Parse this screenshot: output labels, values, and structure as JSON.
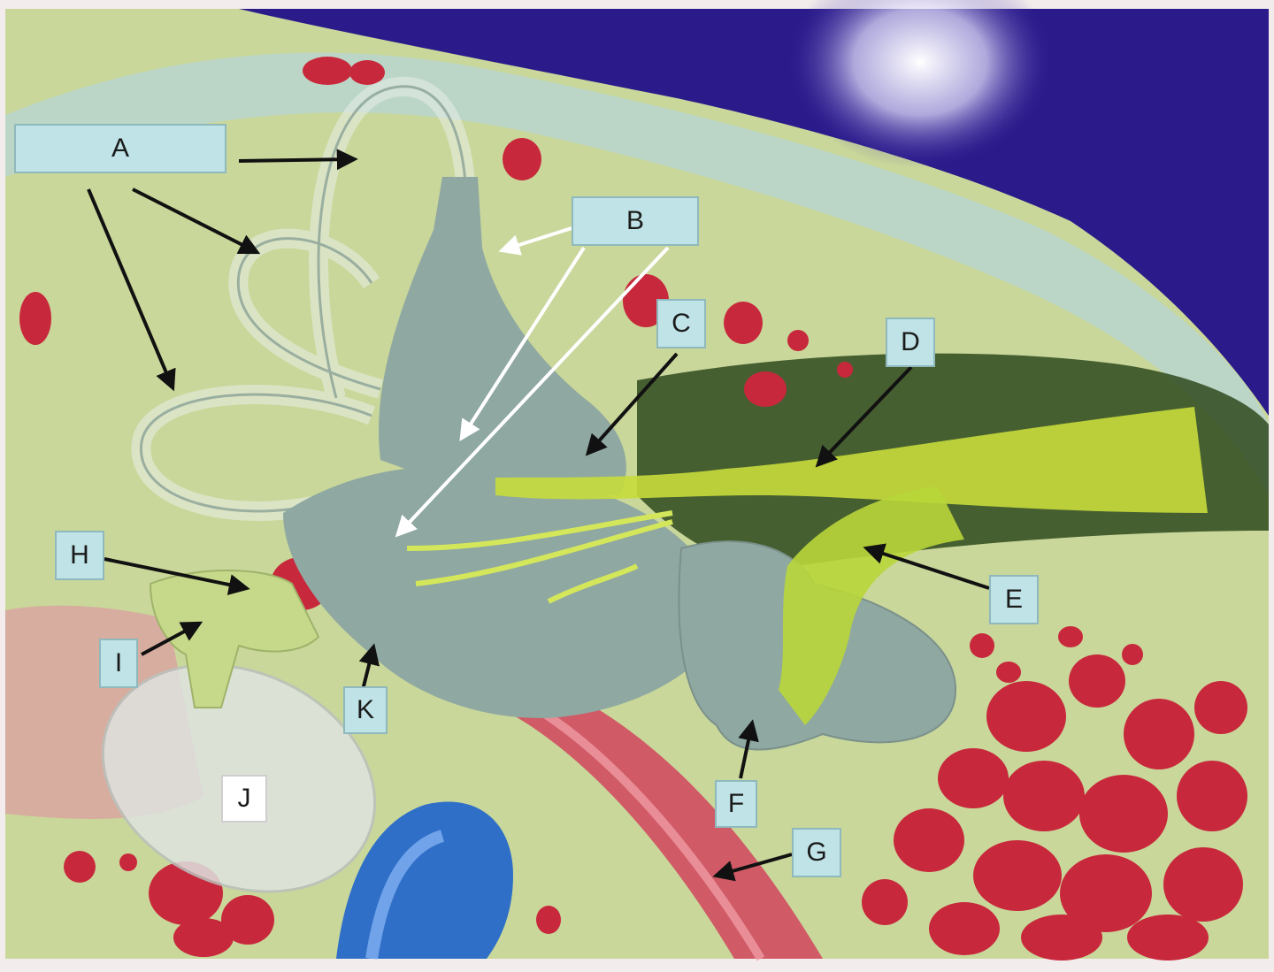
{
  "labels": {
    "a": "A",
    "b": "B",
    "c": "C",
    "d": "D",
    "e": "E",
    "f": "F",
    "g": "G",
    "h": "H",
    "i": "I",
    "j": "J",
    "k": "K"
  },
  "colors": {
    "label_fill": "#bfe3e6",
    "background_purple": "#2a1a8a",
    "tissue_green": "#c6d48e",
    "bone_red": "#c8283c",
    "nerve_yellow": "#c6dc3c",
    "vein_blue": "#2f6fc8",
    "model_gray": "#8fa8a2"
  }
}
